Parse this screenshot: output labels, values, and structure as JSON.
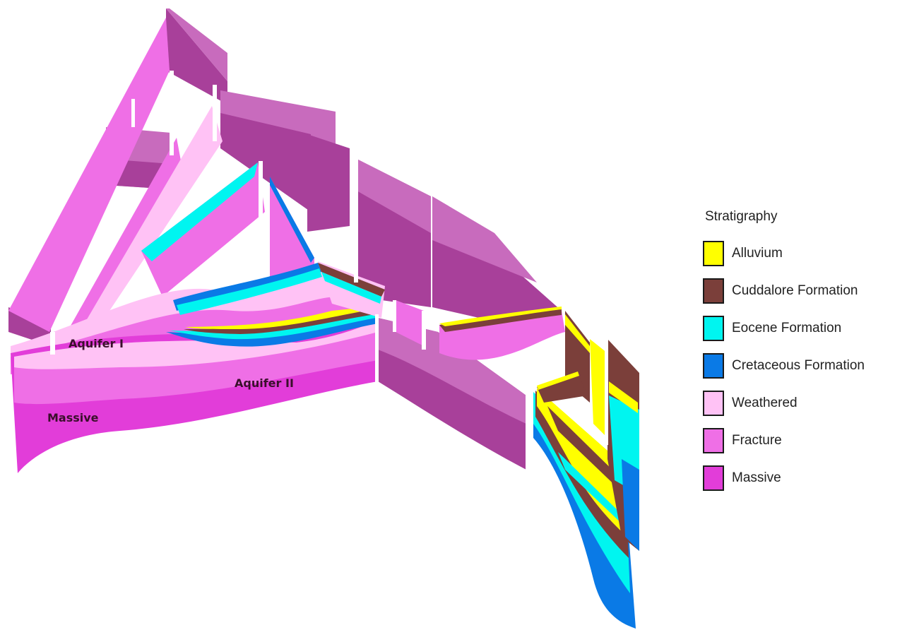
{
  "labels": {
    "aquifer1": "Aquifer I",
    "aquifer2": "Aquifer II",
    "massive": "Massive"
  },
  "legend": {
    "title": "Stratigraphy",
    "items": [
      {
        "label": "Alluvium",
        "color": "#ffff00"
      },
      {
        "label": "Cuddalore Formation",
        "color": "#7b3f3a"
      },
      {
        "label": "Eocene Formation",
        "color": "#00f5f0"
      },
      {
        "label": "Cretaceous Formation",
        "color": "#0a7ae6"
      },
      {
        "label": "Weathered",
        "color": "#ffc2f5"
      },
      {
        "label": "Fracture",
        "color": "#ef6fe6"
      },
      {
        "label": "Massive",
        "color": "#e23dd9"
      }
    ]
  },
  "colors": {
    "massive": "#e23dd9",
    "fracture": "#ef6fe6",
    "weathered": "#ffc2f5",
    "alluvium": "#ffff00",
    "cuddalore": "#7b3f3a",
    "eocene": "#00f5f0",
    "cretaceous": "#0a7ae6",
    "massive_shaded": "#a8409a",
    "fracture_shaded": "#c86bbd"
  }
}
